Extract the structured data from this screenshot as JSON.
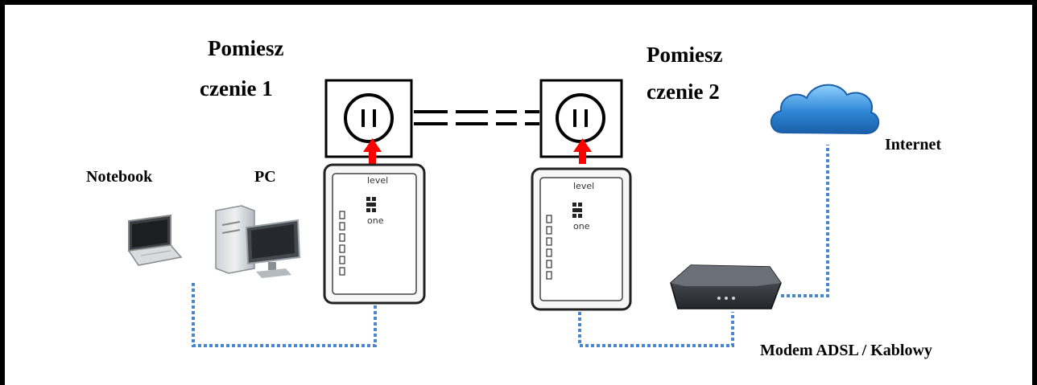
{
  "labels": {
    "room1_line1": "Pomiesz",
    "room1_line2": "czenie 1",
    "room2_line1": "Pomiesz",
    "room2_line2": "czenie 2",
    "notebook": "Notebook",
    "pc": "PC",
    "internet": "Internet",
    "modem": "Modem ADSL / Kablowy",
    "adapter_brand_1": "level",
    "adapter_brand_2": "one"
  },
  "colors": {
    "frame": "#000000",
    "arrow": "#ff0000",
    "cable": "#4a86d0",
    "cloud": "#2e86d6",
    "powerline": "#000000"
  },
  "icons": [
    "wall-outlet-icon",
    "powerline-adapter-icon",
    "laptop-icon",
    "desktop-pc-icon",
    "cloud-icon",
    "modem-icon"
  ]
}
